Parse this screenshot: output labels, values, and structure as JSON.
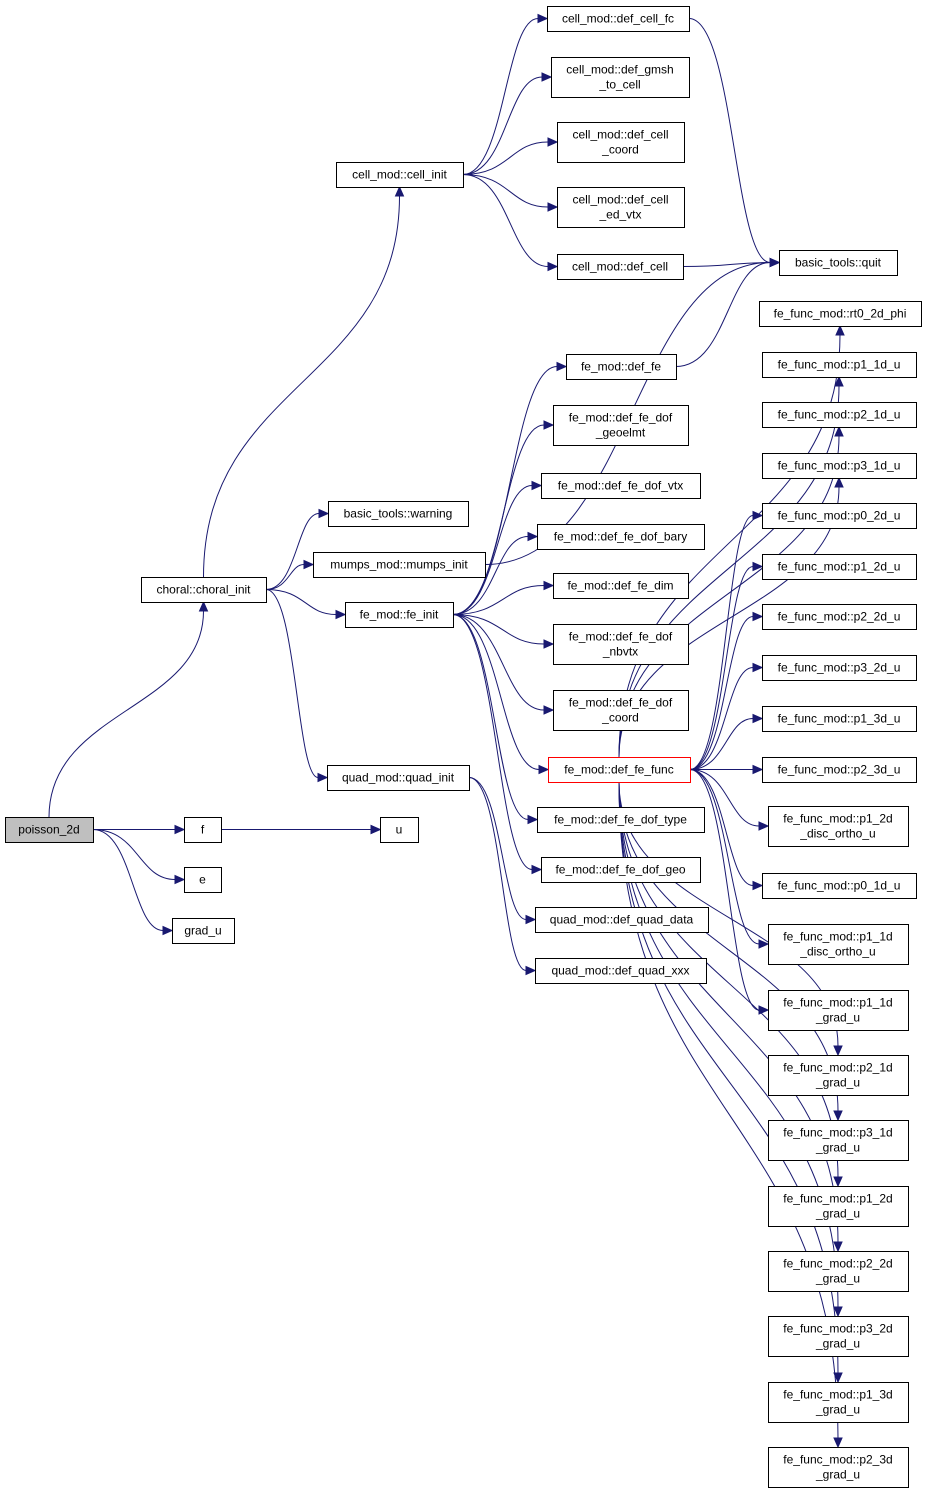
{
  "graph": {
    "edge_color": "#191970",
    "highlight_color": "#ff0000",
    "root_fill": "#bfbfbf",
    "nodes": [
      {
        "id": "poisson",
        "lines": [
          "poisson_2d"
        ],
        "root": true
      },
      {
        "id": "choral",
        "lines": [
          "choral::choral_init"
        ]
      },
      {
        "id": "f",
        "lines": [
          "f"
        ]
      },
      {
        "id": "u",
        "lines": [
          "u"
        ]
      },
      {
        "id": "e",
        "lines": [
          "e"
        ]
      },
      {
        "id": "gradu",
        "lines": [
          "grad_u"
        ]
      },
      {
        "id": "cellinit",
        "lines": [
          "cell_mod::cell_init"
        ]
      },
      {
        "id": "warning",
        "lines": [
          "basic_tools::warning"
        ]
      },
      {
        "id": "mumps",
        "lines": [
          "mumps_mod::mumps_init"
        ]
      },
      {
        "id": "feinit",
        "lines": [
          "fe_mod::fe_init"
        ]
      },
      {
        "id": "quadinit",
        "lines": [
          "quad_mod::quad_init"
        ]
      },
      {
        "id": "defcellfc",
        "lines": [
          "cell_mod::def_cell_fc"
        ]
      },
      {
        "id": "defgmsh",
        "lines": [
          "cell_mod::def_gmsh",
          "_to_cell"
        ]
      },
      {
        "id": "defcellcoord",
        "lines": [
          "cell_mod::def_cell",
          "_coord"
        ]
      },
      {
        "id": "defcelledvtx",
        "lines": [
          "cell_mod::def_cell",
          "_ed_vtx"
        ]
      },
      {
        "id": "defcell",
        "lines": [
          "cell_mod::def_cell"
        ]
      },
      {
        "id": "quit",
        "lines": [
          "basic_tools::quit"
        ]
      },
      {
        "id": "deffe",
        "lines": [
          "fe_mod::def_fe"
        ]
      },
      {
        "id": "dofgeoelmt",
        "lines": [
          "fe_mod::def_fe_dof",
          "_geoelmt"
        ]
      },
      {
        "id": "dofvtx",
        "lines": [
          "fe_mod::def_fe_dof_vtx"
        ]
      },
      {
        "id": "dofbary",
        "lines": [
          "fe_mod::def_fe_dof_bary"
        ]
      },
      {
        "id": "fedim",
        "lines": [
          "fe_mod::def_fe_dim"
        ]
      },
      {
        "id": "dofnbvtx",
        "lines": [
          "fe_mod::def_fe_dof",
          "_nbvtx"
        ]
      },
      {
        "id": "dofcoord",
        "lines": [
          "fe_mod::def_fe_dof",
          "_coord"
        ]
      },
      {
        "id": "fefunc",
        "lines": [
          "fe_mod::def_fe_func"
        ],
        "highlight": true
      },
      {
        "id": "doftype",
        "lines": [
          "fe_mod::def_fe_dof_type"
        ]
      },
      {
        "id": "dofgeo",
        "lines": [
          "fe_mod::def_fe_dof_geo"
        ]
      },
      {
        "id": "quaddata",
        "lines": [
          "quad_mod::def_quad_data"
        ]
      },
      {
        "id": "quadxxx",
        "lines": [
          "quad_mod::def_quad_xxx"
        ]
      },
      {
        "id": "rt0",
        "lines": [
          "fe_func_mod::rt0_2d_phi"
        ]
      },
      {
        "id": "p11d",
        "lines": [
          "fe_func_mod::p1_1d_u"
        ]
      },
      {
        "id": "p21d",
        "lines": [
          "fe_func_mod::p2_1d_u"
        ]
      },
      {
        "id": "p31d",
        "lines": [
          "fe_func_mod::p3_1d_u"
        ]
      },
      {
        "id": "p02d",
        "lines": [
          "fe_func_mod::p0_2d_u"
        ]
      },
      {
        "id": "p12d",
        "lines": [
          "fe_func_mod::p1_2d_u"
        ]
      },
      {
        "id": "p22d",
        "lines": [
          "fe_func_mod::p2_2d_u"
        ]
      },
      {
        "id": "p32d",
        "lines": [
          "fe_func_mod::p3_2d_u"
        ]
      },
      {
        "id": "p13d",
        "lines": [
          "fe_func_mod::p1_3d_u"
        ]
      },
      {
        "id": "p23d",
        "lines": [
          "fe_func_mod::p2_3d_u"
        ]
      },
      {
        "id": "p12do",
        "lines": [
          "fe_func_mod::p1_2d",
          "_disc_ortho_u"
        ]
      },
      {
        "id": "p01d",
        "lines": [
          "fe_func_mod::p0_1d_u"
        ]
      },
      {
        "id": "p11do",
        "lines": [
          "fe_func_mod::p1_1d",
          "_disc_ortho_u"
        ]
      },
      {
        "id": "p11g",
        "lines": [
          "fe_func_mod::p1_1d",
          "_grad_u"
        ]
      },
      {
        "id": "p21g",
        "lines": [
          "fe_func_mod::p2_1d",
          "_grad_u"
        ]
      },
      {
        "id": "p31g",
        "lines": [
          "fe_func_mod::p3_1d",
          "_grad_u"
        ]
      },
      {
        "id": "p12g",
        "lines": [
          "fe_func_mod::p1_2d",
          "_grad_u"
        ]
      },
      {
        "id": "p22g",
        "lines": [
          "fe_func_mod::p2_2d",
          "_grad_u"
        ]
      },
      {
        "id": "p32g",
        "lines": [
          "fe_func_mod::p3_2d",
          "_grad_u"
        ]
      },
      {
        "id": "p13g",
        "lines": [
          "fe_func_mod::p1_3d",
          "_grad_u"
        ]
      },
      {
        "id": "p23g",
        "lines": [
          "fe_func_mod::p2_3d",
          "_grad_u"
        ]
      }
    ],
    "edges": [
      [
        "poisson",
        "choral"
      ],
      [
        "poisson",
        "u"
      ],
      [
        "poisson",
        "f"
      ],
      [
        "poisson",
        "e"
      ],
      [
        "poisson",
        "gradu"
      ],
      [
        "f",
        "u"
      ],
      [
        "choral",
        "cellinit"
      ],
      [
        "choral",
        "warning"
      ],
      [
        "choral",
        "mumps"
      ],
      [
        "choral",
        "feinit"
      ],
      [
        "choral",
        "quadinit"
      ],
      [
        "cellinit",
        "defcellfc"
      ],
      [
        "cellinit",
        "defgmsh"
      ],
      [
        "cellinit",
        "defcellcoord"
      ],
      [
        "cellinit",
        "defcelledvtx"
      ],
      [
        "cellinit",
        "defcell"
      ],
      [
        "defcellfc",
        "quit"
      ],
      [
        "defcell",
        "quit"
      ],
      [
        "mumps",
        "quit"
      ],
      [
        "deffe",
        "quit"
      ],
      [
        "feinit",
        "deffe"
      ],
      [
        "feinit",
        "dofgeoelmt"
      ],
      [
        "feinit",
        "dofvtx"
      ],
      [
        "feinit",
        "dofbary"
      ],
      [
        "feinit",
        "fedim"
      ],
      [
        "feinit",
        "dofnbvtx"
      ],
      [
        "feinit",
        "dofcoord"
      ],
      [
        "feinit",
        "fefunc"
      ],
      [
        "feinit",
        "doftype"
      ],
      [
        "feinit",
        "dofgeo"
      ],
      [
        "quadinit",
        "quaddata"
      ],
      [
        "quadinit",
        "quadxxx"
      ],
      [
        "fefunc",
        "rt0"
      ],
      [
        "fefunc",
        "p11d"
      ],
      [
        "fefunc",
        "p21d"
      ],
      [
        "fefunc",
        "p31d"
      ],
      [
        "fefunc",
        "p02d"
      ],
      [
        "fefunc",
        "p12d"
      ],
      [
        "fefunc",
        "p22d"
      ],
      [
        "fefunc",
        "p32d"
      ],
      [
        "fefunc",
        "p13d"
      ],
      [
        "fefunc",
        "p23d"
      ],
      [
        "fefunc",
        "p12do"
      ],
      [
        "fefunc",
        "p01d"
      ],
      [
        "fefunc",
        "p11do"
      ],
      [
        "fefunc",
        "p11g"
      ],
      [
        "fefunc",
        "p21g"
      ],
      [
        "fefunc",
        "p31g"
      ],
      [
        "fefunc",
        "p12g"
      ],
      [
        "fefunc",
        "p22g"
      ],
      [
        "fefunc",
        "p32g"
      ],
      [
        "fefunc",
        "p13g"
      ],
      [
        "fefunc",
        "p23g"
      ]
    ]
  }
}
